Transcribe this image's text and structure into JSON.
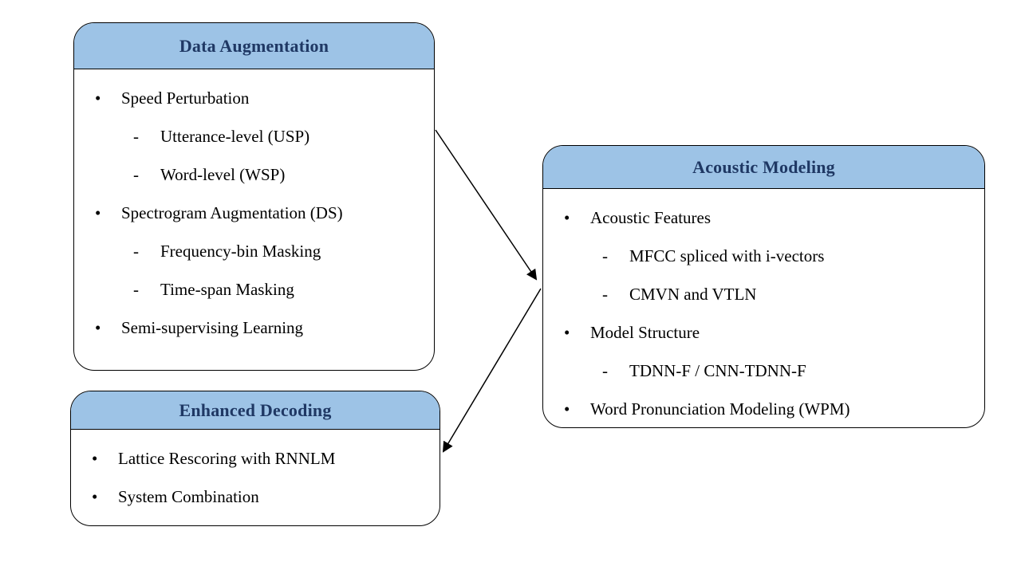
{
  "colors": {
    "background": "#FFFFFF",
    "header_bg": "#9DC3E6",
    "header_text": "#1F3864",
    "body_text": "#000000",
    "border": "#000000"
  },
  "boxes": [
    {
      "title": "Data Augmentation",
      "items": [
        {
          "level": 1,
          "bullet": "•",
          "text": "Speed Perturbation"
        },
        {
          "level": 2,
          "bullet": "-",
          "text": "Utterance-level (USP)"
        },
        {
          "level": 2,
          "bullet": "-",
          "text": "Word-level (WSP)"
        },
        {
          "level": 1,
          "bullet": "•",
          "text": "Spectrogram Augmentation (DS)"
        },
        {
          "level": 2,
          "bullet": "-",
          "text": "Frequency-bin Masking"
        },
        {
          "level": 2,
          "bullet": "-",
          "text": "Time-span Masking"
        },
        {
          "level": 1,
          "bullet": "•",
          "text": "Semi-supervising Learning"
        }
      ]
    },
    {
      "title": "Acoustic Modeling",
      "items": [
        {
          "level": 1,
          "bullet": "•",
          "text": "Acoustic Features"
        },
        {
          "level": 2,
          "bullet": "-",
          "text": "MFCC spliced with i-vectors"
        },
        {
          "level": 2,
          "bullet": "-",
          "text": "CMVN and VTLN"
        },
        {
          "level": 1,
          "bullet": "•",
          "text": "Model Structure"
        },
        {
          "level": 2,
          "bullet": "-",
          "text": "TDNN-F / CNN-TDNN-F"
        },
        {
          "level": 1,
          "bullet": "•",
          "text": "Word Pronunciation Modeling (WPM)"
        }
      ]
    },
    {
      "title": "Enhanced Decoding",
      "items": [
        {
          "level": 1,
          "bullet": "•",
          "text": "Lattice Rescoring with RNNLM"
        },
        {
          "level": 1,
          "bullet": "•",
          "text": "System Combination"
        }
      ]
    }
  ]
}
